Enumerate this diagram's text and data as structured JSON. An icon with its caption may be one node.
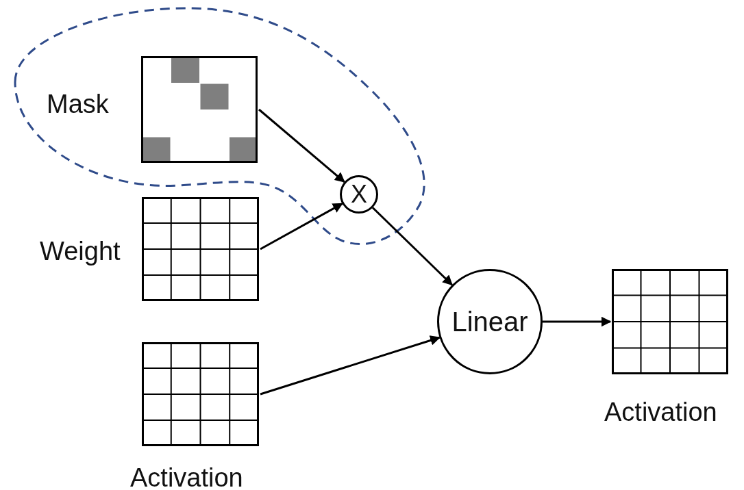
{
  "diagram": {
    "nodes": [
      {
        "text": [
          "Mask"
        ]
      },
      {
        "text": [
          "Weight"
        ]
      },
      {
        "text": [
          "Activation"
        ]
      },
      {
        "text": [
          "X"
        ]
      },
      {
        "text": [
          "Linear"
        ]
      },
      {
        "text": [
          "Activation"
        ]
      }
    ],
    "edges": [
      {
        "from": 0,
        "to": 3,
        "arrow": "to"
      },
      {
        "from": 1,
        "to": 3,
        "arrow": "to"
      },
      {
        "from": 3,
        "to": 4,
        "arrow": "to"
      },
      {
        "from": 2,
        "to": 4,
        "arrow": "to"
      },
      {
        "from": 4,
        "to": 5,
        "arrow": "to"
      }
    ]
  }
}
